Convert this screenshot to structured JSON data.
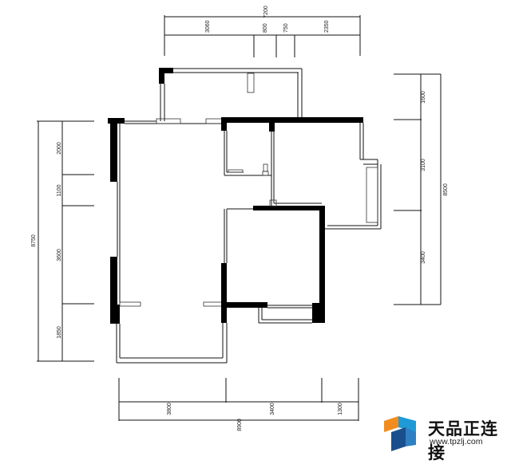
{
  "dimensions": {
    "top_total": "7200",
    "top_segments": [
      "3060",
      "800",
      "750",
      "2350"
    ],
    "right_total": "8500",
    "right_segments": [
      "1600",
      "3100",
      "3400"
    ],
    "left_total": "8750",
    "left_segments": [
      "2000",
      "1100",
      "3600",
      "1850"
    ],
    "bottom_total": "8900",
    "bottom_segments": [
      "3800",
      "3400",
      "1300"
    ]
  },
  "watermark": {
    "title": "天品正连接",
    "url": "www.tpzlj.com",
    "colors": [
      "#f28c1e",
      "#1f9ad6",
      "#1a4e8c"
    ]
  }
}
